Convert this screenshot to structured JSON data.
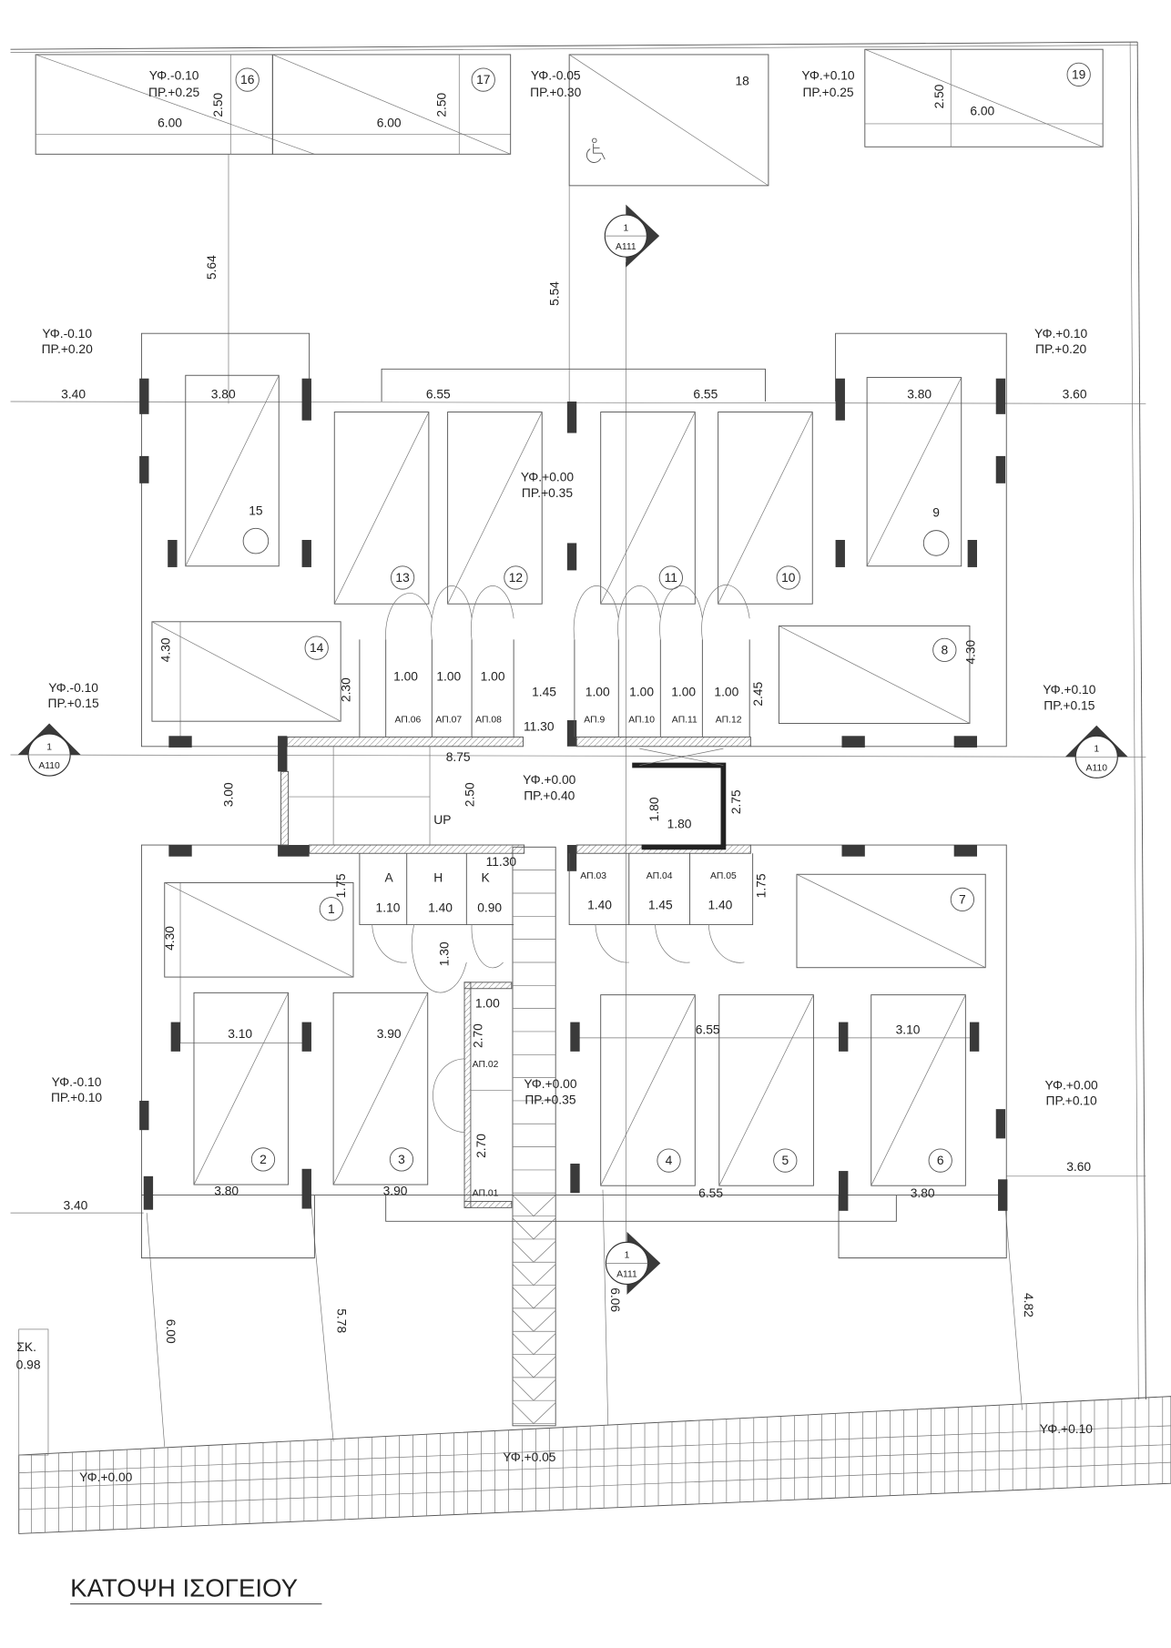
{
  "title": "ΚΑΤΟΨΗ ΙΣΟΓΕΙΟΥ",
  "parking_spaces": [
    "1",
    "2",
    "3",
    "4",
    "5",
    "6",
    "7",
    "8",
    "9",
    "10",
    "11",
    "12",
    "13",
    "14",
    "15",
    "16",
    "17",
    "18",
    "19"
  ],
  "elevations": [
    "ΥΦ.-0.10",
    "ΠΡ.+0.25",
    "ΥΦ.-0.05",
    "ΠΡ.+0.30",
    "ΥΦ.+0.10",
    "ΠΡ.+0.25",
    "ΥΦ.-0.10",
    "ΠΡ.+0.20",
    "ΥΦ.+0.10",
    "ΠΡ.+0.20",
    "ΥΦ.+0.00",
    "ΠΡ.+0.35",
    "ΥΦ.-0.10",
    "ΠΡ.+0.15",
    "ΥΦ.+0.10",
    "ΠΡ.+0.15",
    "ΥΦ.+0.00",
    "ΠΡ.+0.40",
    "ΥΦ.-0.10",
    "ΠΡ.+0.10",
    "ΥΦ.+0.00",
    "ΠΡ.+0.35",
    "ΥΦ.+0.00",
    "ΠΡ.+0.10",
    "ΥΦ.+0.10",
    "ΥΦ.+0.05",
    "ΥΦ.+0.00"
  ],
  "dimensions": [
    "2.50",
    "6.00",
    "2.50",
    "6.00",
    "2.50",
    "6.00",
    "5.64",
    "5.54",
    "3.40",
    "3.80",
    "6.55",
    "6.55",
    "3.80",
    "3.60",
    "4.30",
    "4.30",
    "2.30",
    "1.00",
    "1.00",
    "1.00",
    "1.45",
    "1.00",
    "1.00",
    "1.00",
    "1.00",
    "2.45",
    "11.30",
    "8.75",
    "3.00",
    "2.50",
    "1.80",
    "1.80",
    "2.75",
    "11.30",
    "1.75",
    "1.10",
    "1.40",
    "0.90",
    "1.40",
    "1.45",
    "1.40",
    "1.75",
    "4.30",
    "1.30",
    "1.00",
    "2.70",
    "3.10",
    "3.90",
    "6.55",
    "3.10",
    "2.70",
    "3.80",
    "3.90",
    "6.55",
    "3.80",
    "3.60",
    "3.40",
    "6.00",
    "5.78",
    "6.06",
    "4.82",
    "0.98"
  ],
  "storage_units": [
    "ΑΠ.06",
    "ΑΠ.07",
    "ΑΠ.08",
    "ΑΠ.9",
    "ΑΠ.10",
    "ΑΠ.11",
    "ΑΠ.12",
    "ΑΠ.03",
    "ΑΠ.04",
    "ΑΠ.05",
    "ΑΠ.02",
    "ΑΠ.01"
  ],
  "rooms": [
    "Α",
    "Η",
    "Κ"
  ],
  "stair_label": "UP",
  "misc_label": "ΣΚ.",
  "section_markers": [
    {
      "number": "1",
      "sheet": "A111"
    },
    {
      "number": "1",
      "sheet": "A110"
    }
  ]
}
